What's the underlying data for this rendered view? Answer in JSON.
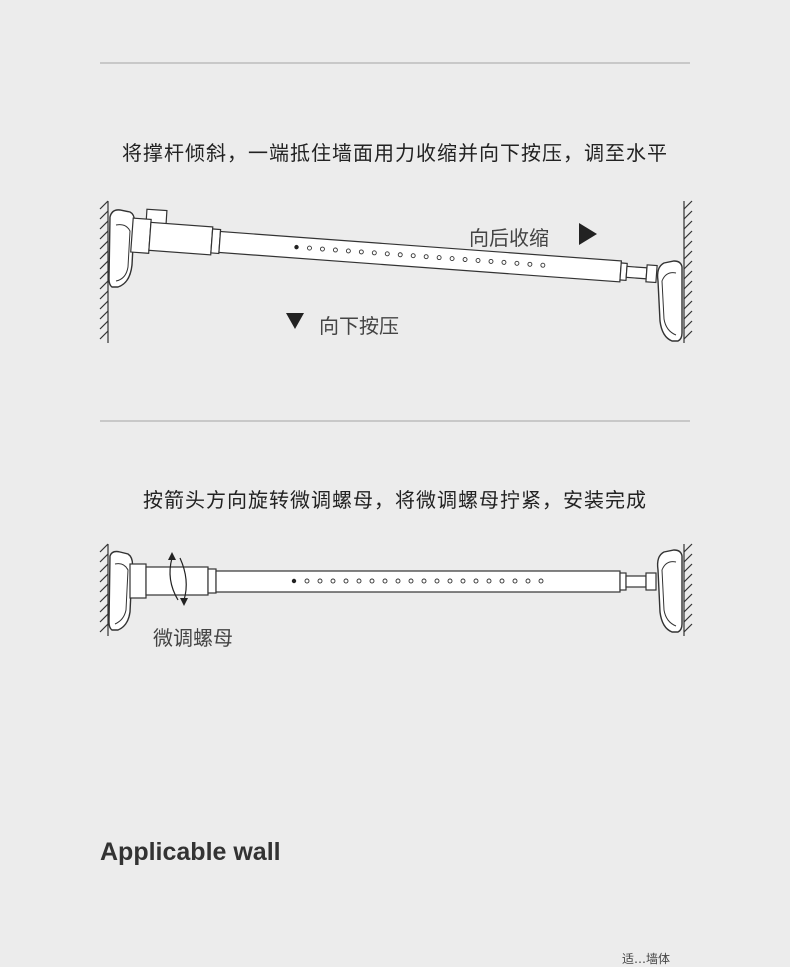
{
  "step1": {
    "instruction": "将撑杆倾斜，一端抵住墙面用力收缩并向下按压，调至水平",
    "label_retract": "向后收缩",
    "label_press": "向下按压"
  },
  "step2": {
    "instruction": "按箭头方向旋转微调螺母，将微调螺母拧紧，安装完成",
    "label_nut": "微调螺母"
  },
  "section": {
    "heading": "Applicable wall"
  },
  "cut_text": "适…墙体"
}
